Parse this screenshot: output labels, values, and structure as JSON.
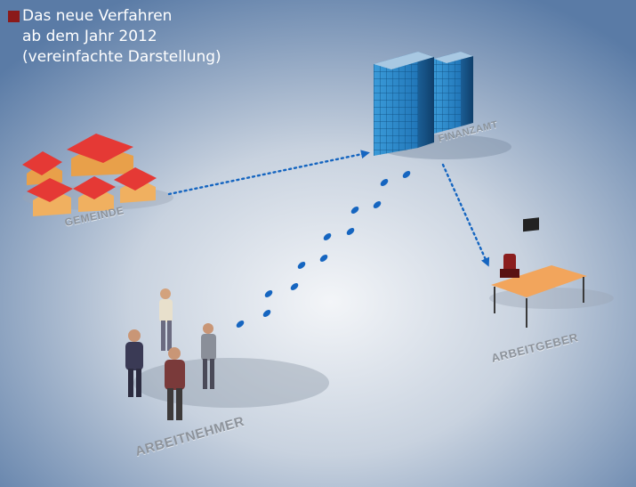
{
  "caption": {
    "line1": "Das neue Verfahren",
    "line2": "ab dem Jahr 2012",
    "line3": "(vereinfachte Darstellung)",
    "marker_color": "#8b1a1a"
  },
  "labels": {
    "gemeinde": "GEMEINDE",
    "finanzamt": "FINANZAMT",
    "arbeitgeber": "ARBEITGEBER",
    "arbeitnehmer": "ARBEITNEHMER"
  },
  "colors": {
    "arrow": "#1565c0",
    "footprint": "#1565c0",
    "roof": "#e53935",
    "building": "#1e88e5"
  }
}
